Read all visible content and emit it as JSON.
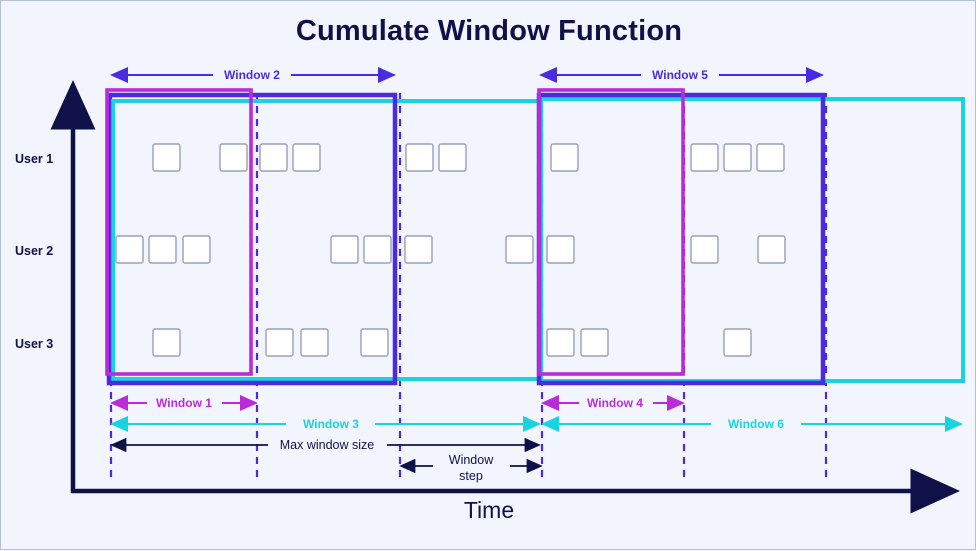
{
  "title": "Cumulate Window Function",
  "axes": {
    "x_label": "Time",
    "y_label": ""
  },
  "colors": {
    "background": "#f3f5fe",
    "magenta": "#bb2bd8",
    "blue": "#4a2be0",
    "cyan": "#18d4e0",
    "dark": "#11114a",
    "event_fill": "#ffffff",
    "event_stroke": "#9aa0b4"
  },
  "rows": [
    {
      "label": "User 1"
    },
    {
      "label": "User 2"
    },
    {
      "label": "User 3"
    }
  ],
  "windows": [
    {
      "name": "Window 1",
      "color": "#bb2bd8",
      "position": "bottom"
    },
    {
      "name": "Window 2",
      "color": "#4a2be0",
      "position": "top"
    },
    {
      "name": "Window 3",
      "color": "#18d4e0",
      "position": "bottom"
    },
    {
      "name": "Window 4",
      "color": "#bb2bd8",
      "position": "bottom"
    },
    {
      "name": "Window 5",
      "color": "#4a2be0",
      "position": "top"
    },
    {
      "name": "Window 6",
      "color": "#18d4e0",
      "position": "bottom"
    }
  ],
  "measures": [
    {
      "name": "Max window size"
    },
    {
      "name": "Window\nstep",
      "line1": "Window",
      "line2": "step"
    }
  ],
  "labels": {
    "window1": "Window 1",
    "window2": "Window 2",
    "window3": "Window 3",
    "window4": "Window 4",
    "window5": "Window 5",
    "window6": "Window 6",
    "max_window_size": "Max window size",
    "window_step_line1": "Window",
    "window_step_line2": "step",
    "user1": "User 1",
    "user2": "User 2",
    "user3": "User 3",
    "time": "Time"
  },
  "chart_data": {
    "type": "diagram",
    "title": "Cumulate Window Function",
    "xlabel": "Time",
    "series": [
      {
        "name": "User 1",
        "event_x": [
          152,
          219,
          259,
          291,
          405,
          438,
          550,
          690,
          723,
          756
        ]
      },
      {
        "name": "User 2",
        "event_x": [
          115,
          148,
          182,
          330,
          364,
          404,
          505,
          546,
          690,
          757
        ]
      },
      {
        "name": "User 3",
        "event_x": [
          152,
          265,
          300,
          360,
          546,
          580,
          723
        ]
      }
    ],
    "window_extents": [
      {
        "name": "Window 1",
        "x0": 110,
        "x1": 250
      },
      {
        "name": "Window 2",
        "x0": 110,
        "x1": 394
      },
      {
        "name": "Window 3",
        "x0": 110,
        "x1": 538
      },
      {
        "name": "Window 4",
        "x0": 540,
        "x1": 681
      },
      {
        "name": "Window 5",
        "x0": 540,
        "x1": 822
      },
      {
        "name": "Window 6",
        "x0": 540,
        "x1": 962
      }
    ],
    "dividers_x": [
      110,
      256,
      399,
      541,
      683,
      825
    ],
    "max_window_size": {
      "x0": 110,
      "x1": 538
    },
    "window_step": {
      "x0": 399,
      "x1": 541
    }
  }
}
